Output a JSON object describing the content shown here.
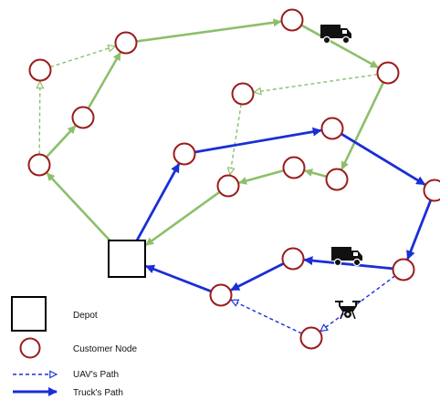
{
  "colors": {
    "green": "#8cbf6b",
    "blue": "#1a2fd6",
    "node_stroke": "#9b1c1c",
    "depot_stroke": "#000000"
  },
  "nodes": [
    {
      "id": "d",
      "type": "depot"
    },
    {
      "id": "c1",
      "type": "customer"
    },
    {
      "id": "c2",
      "type": "customer"
    },
    {
      "id": "c3",
      "type": "customer"
    },
    {
      "id": "c4",
      "type": "customer"
    },
    {
      "id": "c5",
      "type": "customer"
    },
    {
      "id": "c6",
      "type": "customer"
    },
    {
      "id": "c7",
      "type": "customer"
    },
    {
      "id": "c8",
      "type": "customer"
    },
    {
      "id": "c9",
      "type": "customer"
    },
    {
      "id": "c10",
      "type": "customer"
    },
    {
      "id": "c11",
      "type": "customer"
    },
    {
      "id": "c12",
      "type": "customer"
    },
    {
      "id": "c13",
      "type": "customer"
    },
    {
      "id": "c14",
      "type": "customer"
    },
    {
      "id": "c15",
      "type": "customer"
    },
    {
      "id": "c16",
      "type": "customer"
    },
    {
      "id": "c17",
      "type": "customer"
    }
  ],
  "edges": [
    {
      "from": "d",
      "to": "c1",
      "route": "green",
      "mode": "truck"
    },
    {
      "from": "c1",
      "to": "c2",
      "route": "green",
      "mode": "truck"
    },
    {
      "from": "c2",
      "to": "c4",
      "route": "green",
      "mode": "truck"
    },
    {
      "from": "c1",
      "to": "c3",
      "route": "green",
      "mode": "uav"
    },
    {
      "from": "c3",
      "to": "c4",
      "route": "green",
      "mode": "uav"
    },
    {
      "from": "c4",
      "to": "c5",
      "route": "green",
      "mode": "truck"
    },
    {
      "from": "c5",
      "to": "c6",
      "route": "green",
      "mode": "truck"
    },
    {
      "from": "c6",
      "to": "c7",
      "route": "green",
      "mode": "uav"
    },
    {
      "from": "c7",
      "to": "c9",
      "route": "green",
      "mode": "uav"
    },
    {
      "from": "c6",
      "to": "c12",
      "route": "green",
      "mode": "truck"
    },
    {
      "from": "c12",
      "to": "c11",
      "route": "green",
      "mode": "truck"
    },
    {
      "from": "c11",
      "to": "c9",
      "route": "green",
      "mode": "truck"
    },
    {
      "from": "c9",
      "to": "d",
      "route": "green",
      "mode": "truck"
    },
    {
      "from": "d",
      "to": "c8",
      "route": "blue",
      "mode": "truck"
    },
    {
      "from": "c8",
      "to": "c10",
      "route": "blue",
      "mode": "truck"
    },
    {
      "from": "c10",
      "to": "c13",
      "route": "blue",
      "mode": "truck"
    },
    {
      "from": "c13",
      "to": "c15",
      "route": "blue",
      "mode": "truck"
    },
    {
      "from": "c15",
      "to": "c14",
      "route": "blue",
      "mode": "truck"
    },
    {
      "from": "c14",
      "to": "c16",
      "route": "blue",
      "mode": "truck"
    },
    {
      "from": "c15",
      "to": "c17",
      "route": "blue",
      "mode": "uav"
    },
    {
      "from": "c17",
      "to": "c16",
      "route": "blue",
      "mode": "uav"
    },
    {
      "from": "c16",
      "to": "d",
      "route": "blue",
      "mode": "truck"
    }
  ],
  "icons": [
    "truck-icon",
    "truck-icon",
    "drone-icon"
  ],
  "legend": {
    "depot": "Depot",
    "customer": "Customer Node",
    "uav": "UAV's Path",
    "truck": "Truck's Path"
  }
}
